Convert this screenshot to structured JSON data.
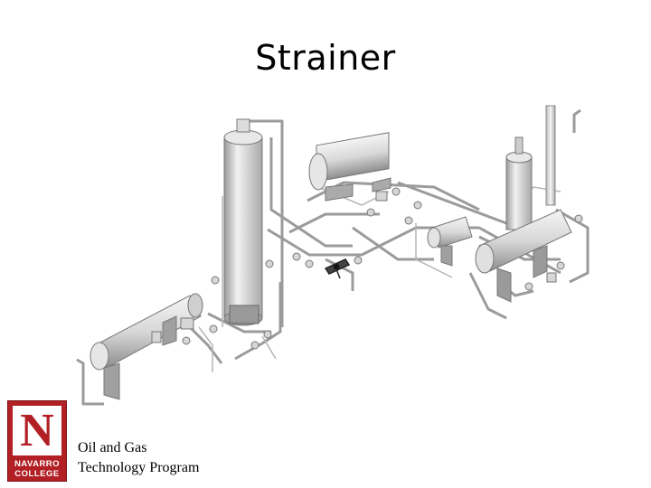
{
  "slide": {
    "title": "Strainer"
  },
  "logo": {
    "letter": "N",
    "line1": "NAVARRO",
    "line2": "COLLEGE",
    "color": "#b21f24"
  },
  "footer": {
    "program_line1": "Oil and Gas",
    "program_line2": "Technology Program"
  },
  "diagram": {
    "icon": "process-piping-illustration"
  }
}
